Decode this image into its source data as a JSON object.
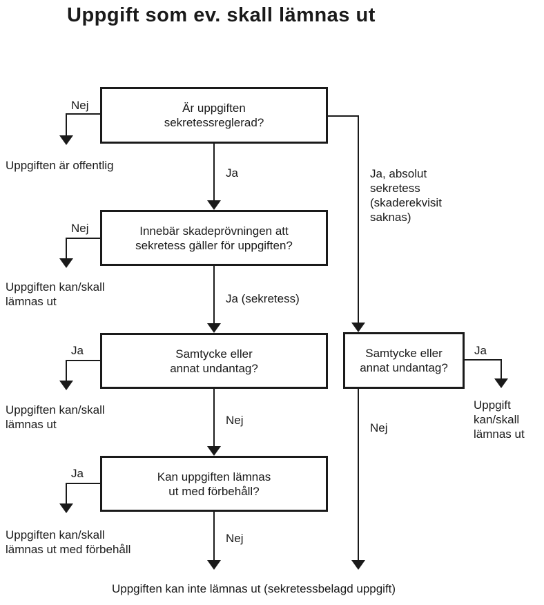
{
  "title": "Uppgift som ev. skall lämnas ut",
  "boxes": {
    "q1": [
      "Är uppgiften",
      "sekretessreglerad?"
    ],
    "q2": [
      "Innebär skadeprövningen att",
      "sekretess gäller för uppgiften?"
    ],
    "q3": [
      "Samtycke eller",
      "annat undantag?"
    ],
    "q4": [
      "Kan uppgiften lämnas",
      "ut med förbehåll?"
    ],
    "q5": [
      "Samtycke eller",
      "annat undantag?"
    ]
  },
  "edge_labels": {
    "q1_no": "Nej",
    "q1_yes": "Ja",
    "q1_absolute": [
      "Ja, absolut",
      "sekretess",
      "(skaderekvisit",
      "saknas)"
    ],
    "q2_no": "Nej",
    "q2_yes": "Ja (sekretess)",
    "q3_yes": "Ja",
    "q3_no": "Nej",
    "q4_yes": "Ja",
    "q4_no": "Nej",
    "q5_yes": "Ja",
    "q5_no": "Nej"
  },
  "outcomes": {
    "public": "Uppgiften är offentlig",
    "o2": [
      "Uppgiften kan/skall",
      "lämnas ut"
    ],
    "o3": [
      "Uppgiften kan/skall",
      "lämnas ut"
    ],
    "o4": [
      "Uppgiften kan/skall",
      "lämnas ut med förbehåll"
    ],
    "o5": [
      "Uppgift",
      "kan/skall",
      "lämnas ut"
    ],
    "final": "Uppgiften kan inte lämnas ut (sekretessbelagd uppgift)"
  }
}
